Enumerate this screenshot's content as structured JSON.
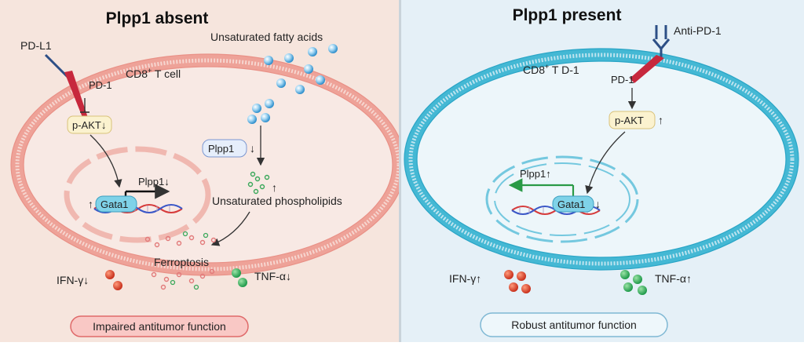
{
  "left": {
    "title": "Plpp1 absent",
    "pd_l1": "PD-L1",
    "pd_1": "PD-1",
    "cell_label_main": "CD8",
    "cell_label_sup": "+",
    "cell_label_rest": " T cell",
    "unsat_fatty_acids": "Unsaturated fatty acids",
    "p_akt": "p-AKT↓",
    "plpp1_box": "Plpp1",
    "plpp1_box_arrow": "↓",
    "plpp1_gene": "Plpp1↓",
    "gata1": "Gata1",
    "gata1_arrow": "↑",
    "unsat_phospholipids": "Unsaturated phospholipids",
    "phospholipid_arrow": "↑",
    "ferroptosis": "Ferroptosis",
    "ifn": "IFN-γ↓",
    "tnf": "TNF-α↓",
    "outcome": "Impaired antitumor function",
    "colors": {
      "background": "#f7e6de",
      "membrane": "#ee9e95",
      "outcome_border": "#e06a6a",
      "outcome_fill": "#f9c9c6"
    }
  },
  "right": {
    "title": "Plpp1 present",
    "anti_pd_1": "Anti-PD-1",
    "cell_label_main": "CD8",
    "cell_label_sup": "+",
    "cell_label_rest": " T D-1",
    "pd_1": "PD-1",
    "p_akt": "p-AKT",
    "p_akt_arrow": "↑",
    "plpp1_gene": "Plpp1↑",
    "gata1": "Gata1",
    "gata1_arrow": "↓",
    "ifn": "IFN-γ↑",
    "tnf": "TNF-α↑",
    "outcome": "Robust antitumor function",
    "colors": {
      "background": "#e6f1f7",
      "membrane": "#3bb6d3",
      "outcome_border": "#7bb7d4",
      "outcome_fill": "#eaf5fb"
    }
  }
}
